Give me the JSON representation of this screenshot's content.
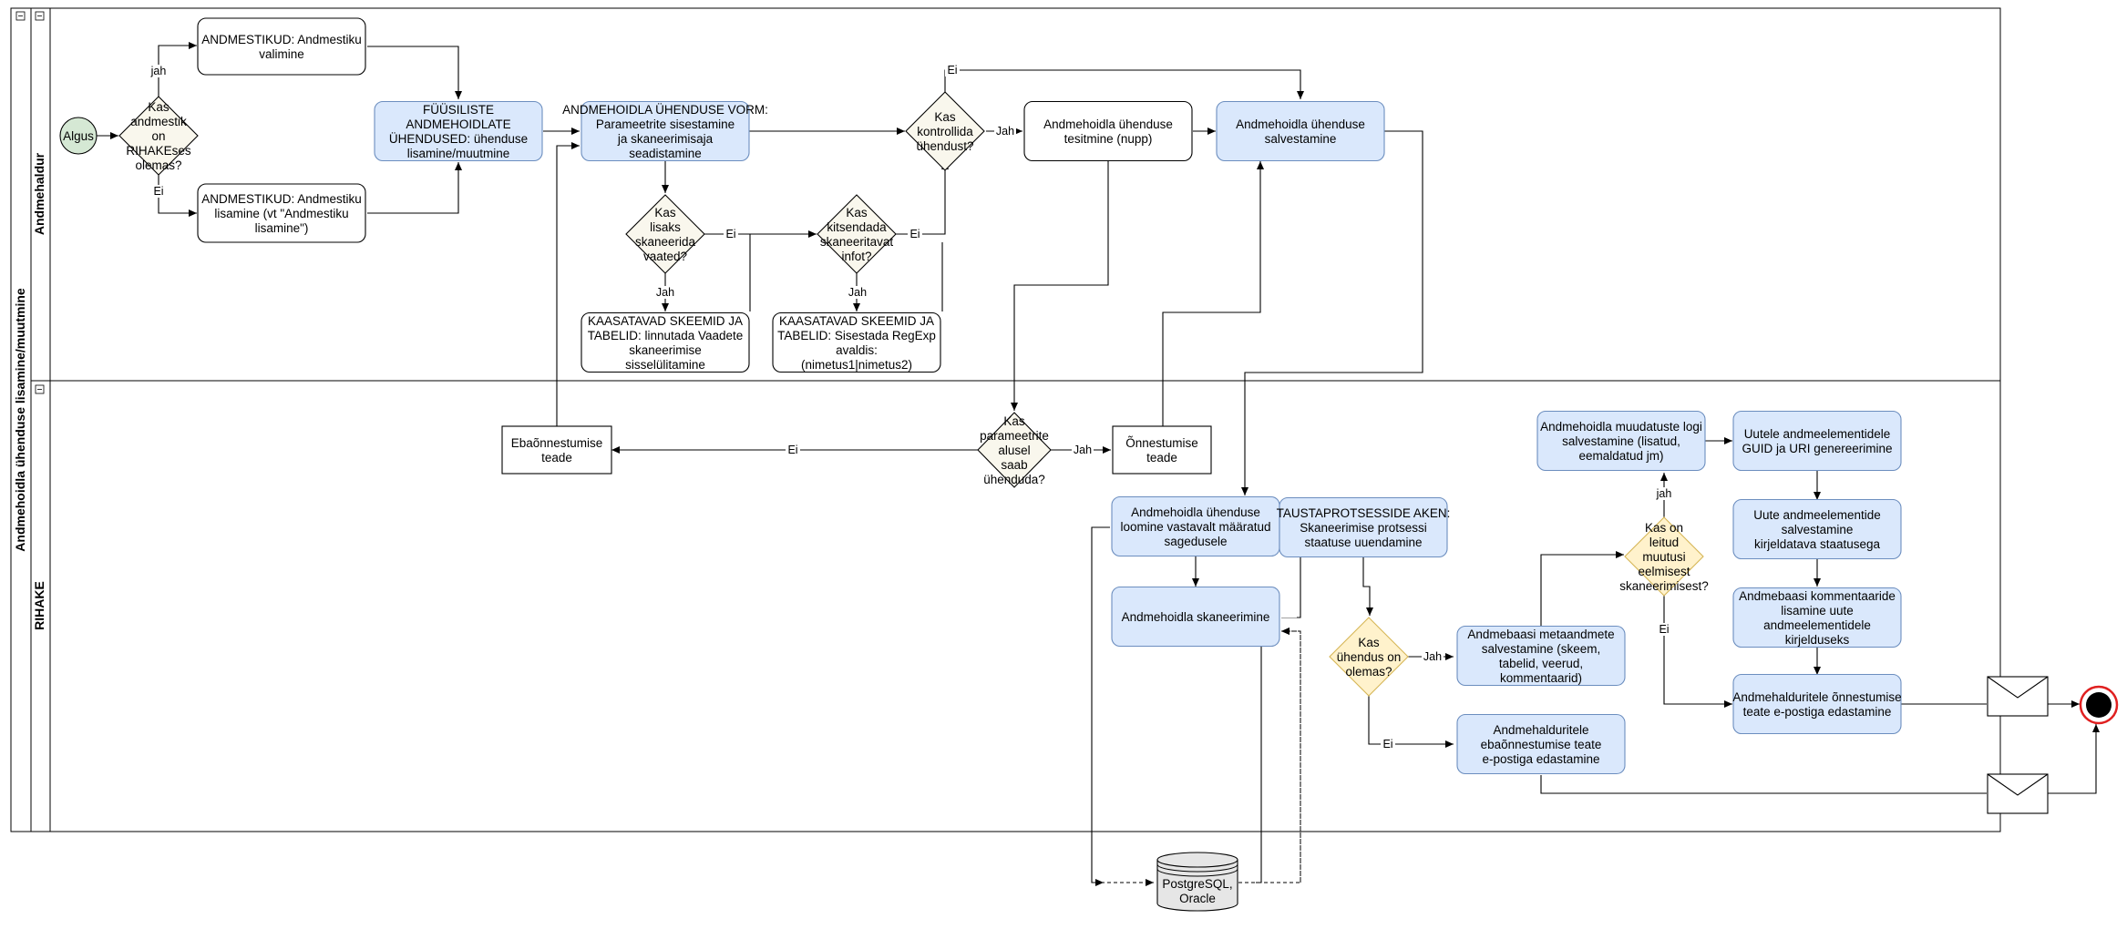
{
  "pool": {
    "title": "Andmehoidla ühenduse lisamine/muutmine"
  },
  "lanes": {
    "top": "Andmehaldur",
    "bottom": "RIHAKE"
  },
  "nodes": {
    "start": "Algus",
    "d_andmestik": "Kas andmestik on RIHAKEses olemas?",
    "t_valimine": "ANDMESTIKUD: Andmestiku valimine",
    "t_lisamine": "ANDMESTIKUD: Andmestiku lisamine (vt \"Andmestiku lisamine\")",
    "t_fyysilised": "FÜÜSILISTE ANDMEHOIDLATE ÜHENDUSED: ühenduse lisamine/muutmine",
    "t_vorm": "ANDMEHOIDLA ÜHENDUSE VORM: Parameetrite sisestamine ja skaneerimisaja seadistamine",
    "d_vaated": "Kas lisaks skaneerida vaated?",
    "t_vaated": "KAASATAVAD SKEEMID JA TABELID: linnutada Vaadete skaneerimise sisselülitamine",
    "d_kitsendada": "Kas kitsendada skaneeritavat infot?",
    "t_regexp": "KAASATAVAD SKEEMID JA TABELID: Sisestada RegExp avaldis: (nimetus1|nimetus2)",
    "d_kontroll": "Kas kontrollida ühendust?",
    "t_testimine": "Andmehoidla ühenduse tesitmine (nupp)",
    "t_salvestamine": "Andmehoidla ühenduse salvestamine",
    "d_parameetrid": "Kas parameetrite alusel saab ühenduda?",
    "t_ebaonn": "Ebaõnnestumise teade",
    "t_onn": "Õnnestumise teade",
    "t_loomine": "Andmehoidla ühenduse loomine vastavalt määratud sagedusele",
    "t_skaneerimine": "Andmehoidla skaneerimine",
    "t_taust": "TAUSTAPROTSESSIDE AKEN: Skaneerimise protsessi staatuse uuendamine",
    "d_yhendus": "Kas ühendus on olemas?",
    "t_metaandmed": "Andmebaasi metaandmete salvestamine (skeem, tabelid, veerud, kommentaarid)",
    "t_ebaonn_email": "Andmehalduritele ebaõnnestumise teate e-postiga edastamine",
    "d_muutusi": "Kas on leitud muutusi eelmisest skaneerimisest?",
    "t_logi": "Andmehoidla muudatuste logi salvestamine (lisatud, eemaldatud jm)",
    "t_guid": "Uutele andmeelementidele GUID ja URI genereerimine",
    "t_staatus": "Uute andmeelementide salvestamine kirjeldatava staatusega",
    "t_kommentaarid": "Andmebaasi kommentaaride lisamine uute andmeelementidele kirjelduseks",
    "t_onn_email": "Andmehalduritele õnnestumise teate e-postiga edastamine",
    "db": "PostgreSQL, Oracle"
  },
  "edge_labels": {
    "jah_andmestik": "jah",
    "ei_andmestik": "Ei",
    "ei_vaated": "Ei",
    "jah_vaated": "Jah",
    "ei_kitsendada": "Ei",
    "jah_kitsendada": "Jah",
    "jah_kontroll": "Jah",
    "ei_kontroll": "Ei",
    "ei_parameetrid": "Ei",
    "jah_parameetrid": "Jah",
    "jah_yhendus": "Jah",
    "ei_yhendus": "Ei",
    "jah_muutusi": "jah",
    "ei_muutusi": "Ei"
  },
  "colors": {
    "task_fill": "#dae8fc",
    "task_stroke": "#6c8ebf",
    "gateway_neutral": "#f9f7ed",
    "gateway_yellow": "#fff2cc",
    "gateway_yellow_stroke": "#d6b656",
    "start_fill": "#d5e8d4",
    "start_stroke": "#82b366",
    "end_stroke": "#e02020",
    "db_fill": "#e6e6e6"
  }
}
